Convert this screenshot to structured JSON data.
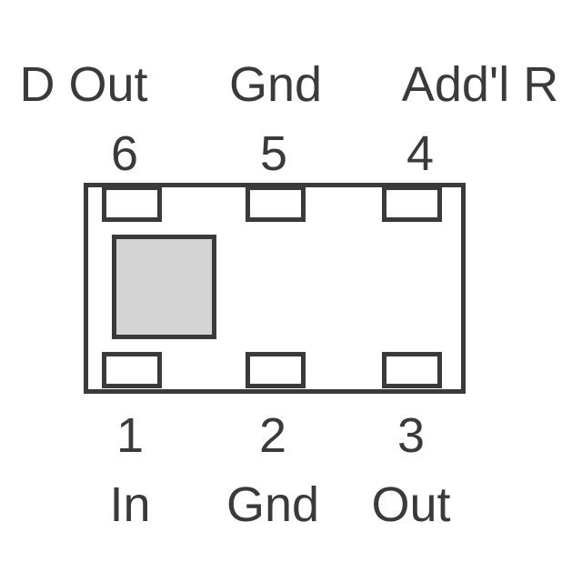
{
  "top_pins": [
    {
      "number": "6",
      "label": "D Out"
    },
    {
      "number": "5",
      "label": "Gnd"
    },
    {
      "number": "4",
      "label": "Add'l R"
    }
  ],
  "bottom_pins": [
    {
      "number": "1",
      "label": "In"
    },
    {
      "number": "2",
      "label": "Gnd"
    },
    {
      "number": "3",
      "label": "Out"
    }
  ],
  "colors": {
    "outline": "#3a3a3a",
    "die_fill": "#d4d4d4",
    "background": "#ffffff"
  }
}
